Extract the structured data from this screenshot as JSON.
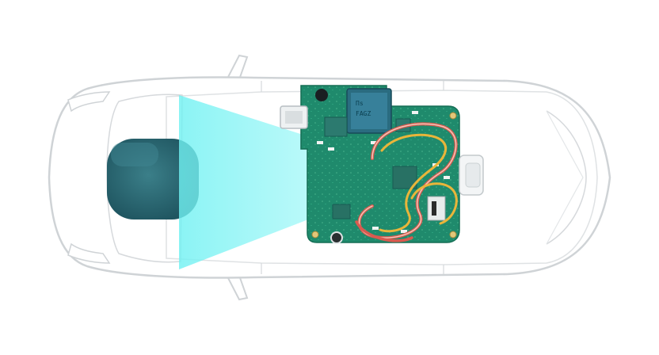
{
  "scene": {
    "background": "#ffffff",
    "car": {
      "body_color": "#ffffff",
      "outline_color": "#cfd3d6",
      "window_color": "#f4f6f7"
    },
    "sensor_pod": {
      "color": "#2f6d78"
    },
    "detection_beam": {
      "color": "#6ff1f2",
      "opacity": 0.85
    },
    "circuit_board": {
      "pcb_color": "#1f8a6c",
      "chip_label_line1": "Πs",
      "chip_label_line2": "FAGZ",
      "wire_colors": [
        "#d95a4f",
        "#e9b53a",
        "#f2c7b9"
      ]
    },
    "icons": [
      "car-outline-icon",
      "sensor-icon",
      "detection-beam-icon",
      "circuit-board-icon",
      "processor-chip-icon",
      "camera-module-icon"
    ]
  }
}
